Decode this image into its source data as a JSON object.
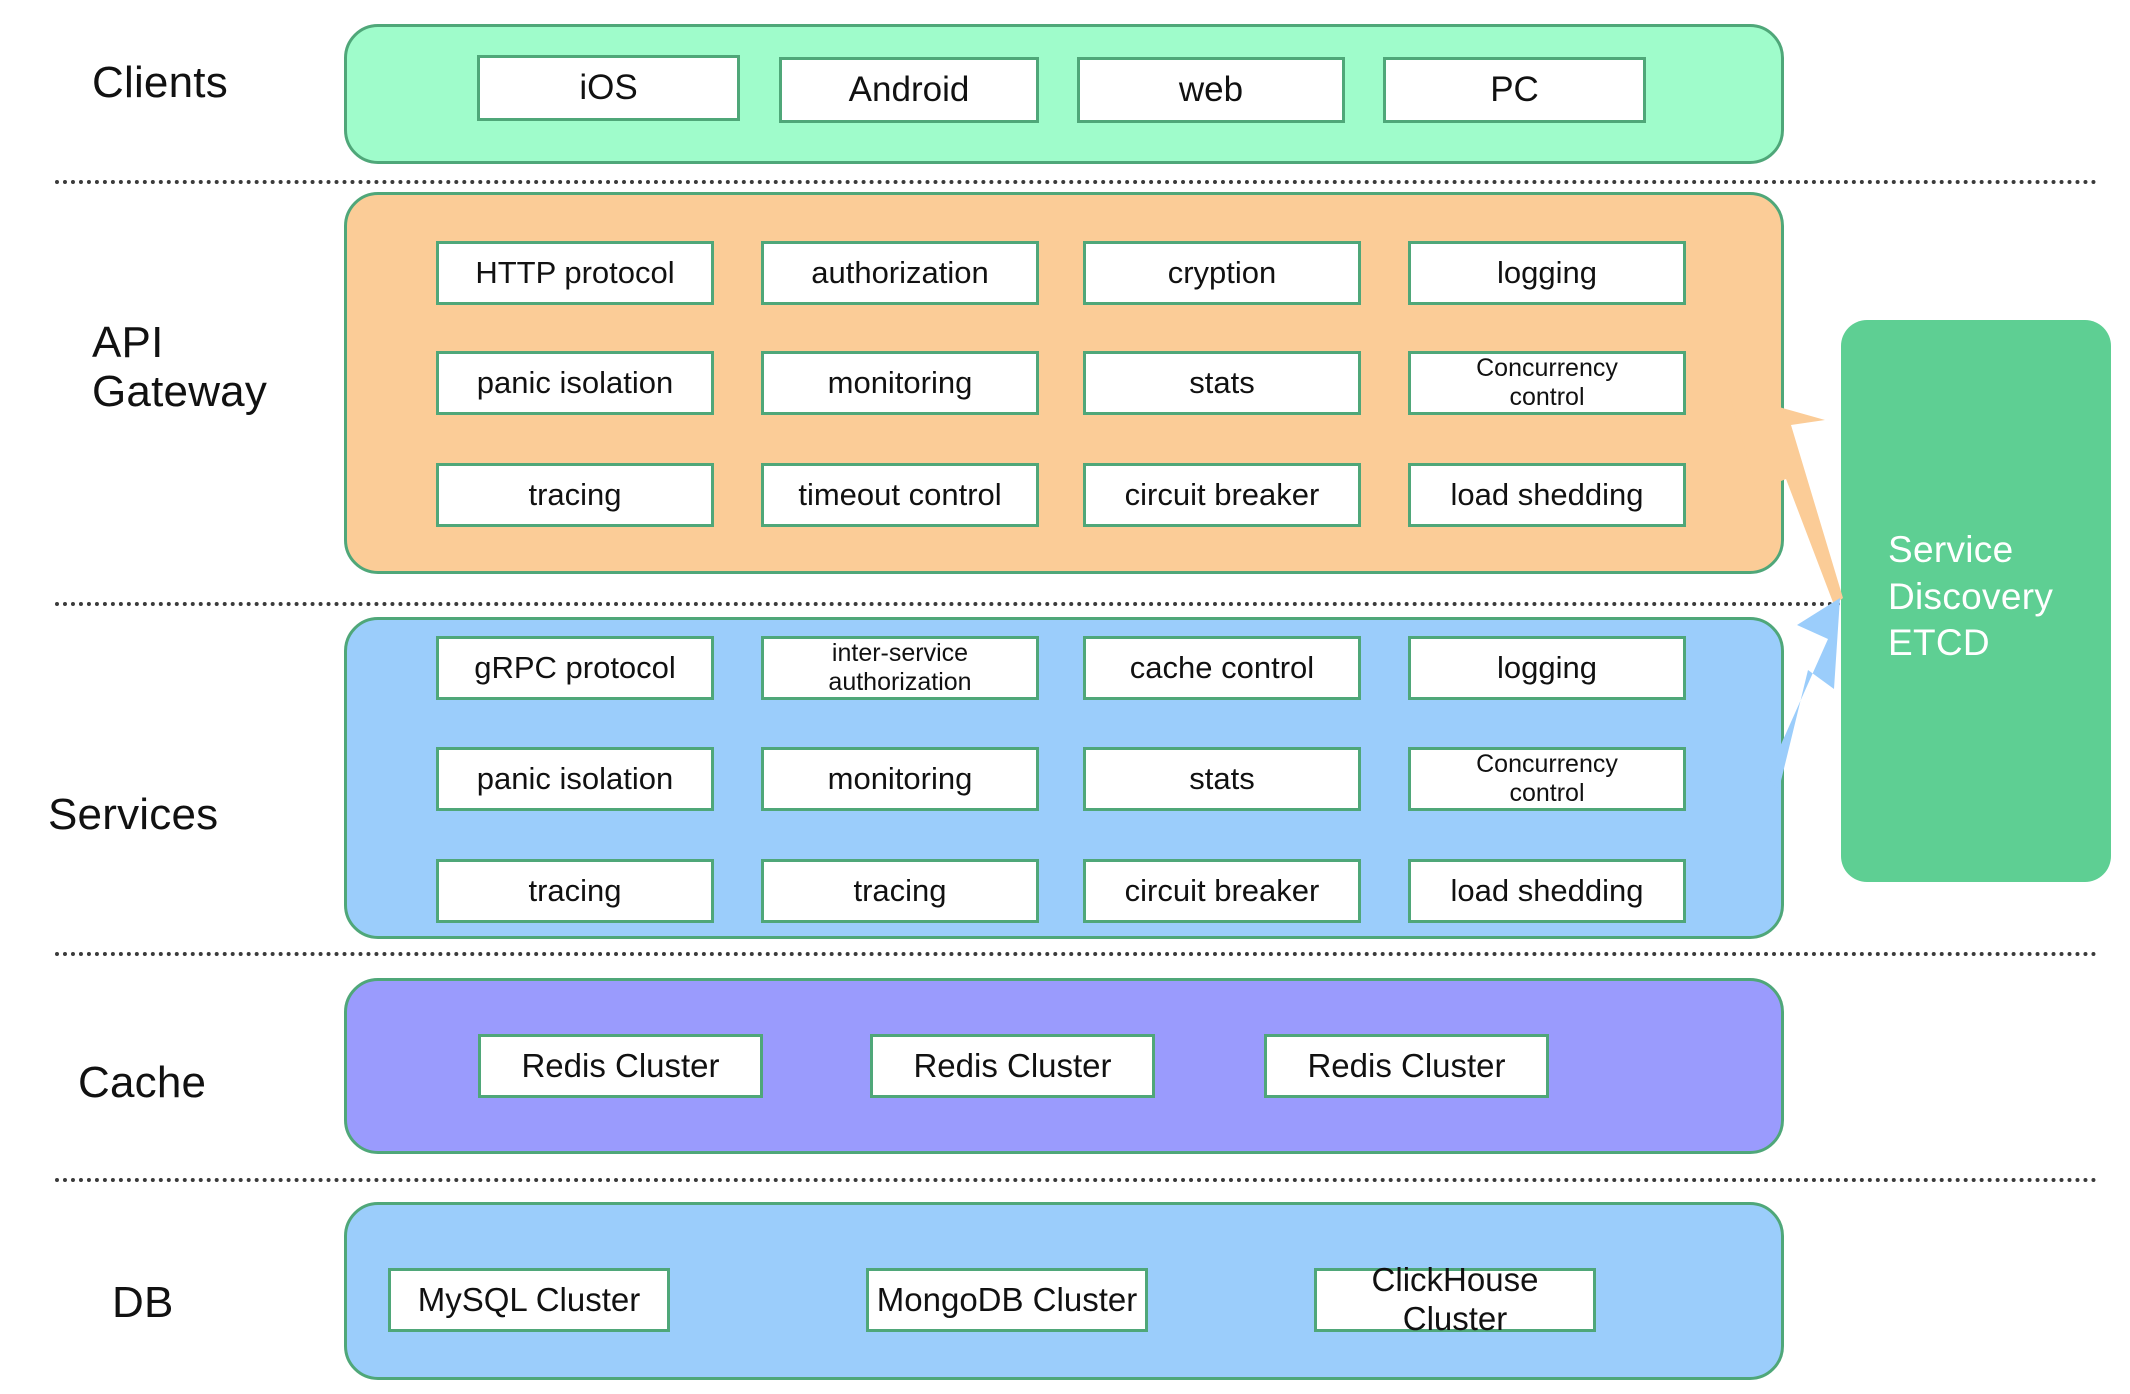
{
  "diagram": {
    "title": "Microservice Architecture Tiers",
    "colors": {
      "clients_band": "#9FFCCB",
      "api_gateway_band": "#FBCC97",
      "services_band": "#9BCDFB",
      "cache_band": "#9A9BFD",
      "db_band": "#9BCDFB",
      "band_border": "#4FA779",
      "cell_fill": "#FFFFFF",
      "cell_border": "#4FA779",
      "service_discovery_fill": "#5ECF93",
      "service_discovery_text": "#FFFFFF",
      "arrow_api_gateway": "#FBCC97",
      "arrow_services": "#9BCDFB",
      "separator": "#3B3B3B",
      "label_text": "#111111"
    },
    "rows": [
      {
        "id": "clients",
        "label": "Clients",
        "items": [
          {
            "label": "iOS"
          },
          {
            "label": "Android"
          },
          {
            "label": "web"
          },
          {
            "label": "PC"
          }
        ]
      },
      {
        "id": "api-gateway",
        "label": "API\nGateway",
        "items": [
          {
            "label": "HTTP protocol"
          },
          {
            "label": "authorization"
          },
          {
            "label": "cryption"
          },
          {
            "label": "logging"
          },
          {
            "label": "panic isolation"
          },
          {
            "label": "monitoring"
          },
          {
            "label": "stats"
          },
          {
            "label": "Concurrency\ncontrol"
          },
          {
            "label": "tracing"
          },
          {
            "label": "timeout control"
          },
          {
            "label": "circuit breaker"
          },
          {
            "label": "load shedding"
          }
        ]
      },
      {
        "id": "services",
        "label": "Services",
        "items": [
          {
            "label": "gRPC protocol"
          },
          {
            "label": "inter-service\nauthorization"
          },
          {
            "label": "cache control"
          },
          {
            "label": "logging"
          },
          {
            "label": "panic isolation"
          },
          {
            "label": "monitoring"
          },
          {
            "label": "stats"
          },
          {
            "label": "Concurrency\ncontrol"
          },
          {
            "label": "tracing"
          },
          {
            "label": "tracing"
          },
          {
            "label": "circuit breaker"
          },
          {
            "label": "load shedding"
          }
        ]
      },
      {
        "id": "cache",
        "label": "Cache",
        "items": [
          {
            "label": "Redis Cluster"
          },
          {
            "label": "Redis Cluster"
          },
          {
            "label": "Redis Cluster"
          }
        ]
      },
      {
        "id": "db",
        "label": "DB",
        "items": [
          {
            "label": "MySQL Cluster"
          },
          {
            "label": "MongoDB Cluster"
          },
          {
            "label": "ClickHouse Cluster"
          }
        ]
      }
    ],
    "service_discovery": {
      "label": "Service\nDiscovery\nETCD"
    }
  }
}
